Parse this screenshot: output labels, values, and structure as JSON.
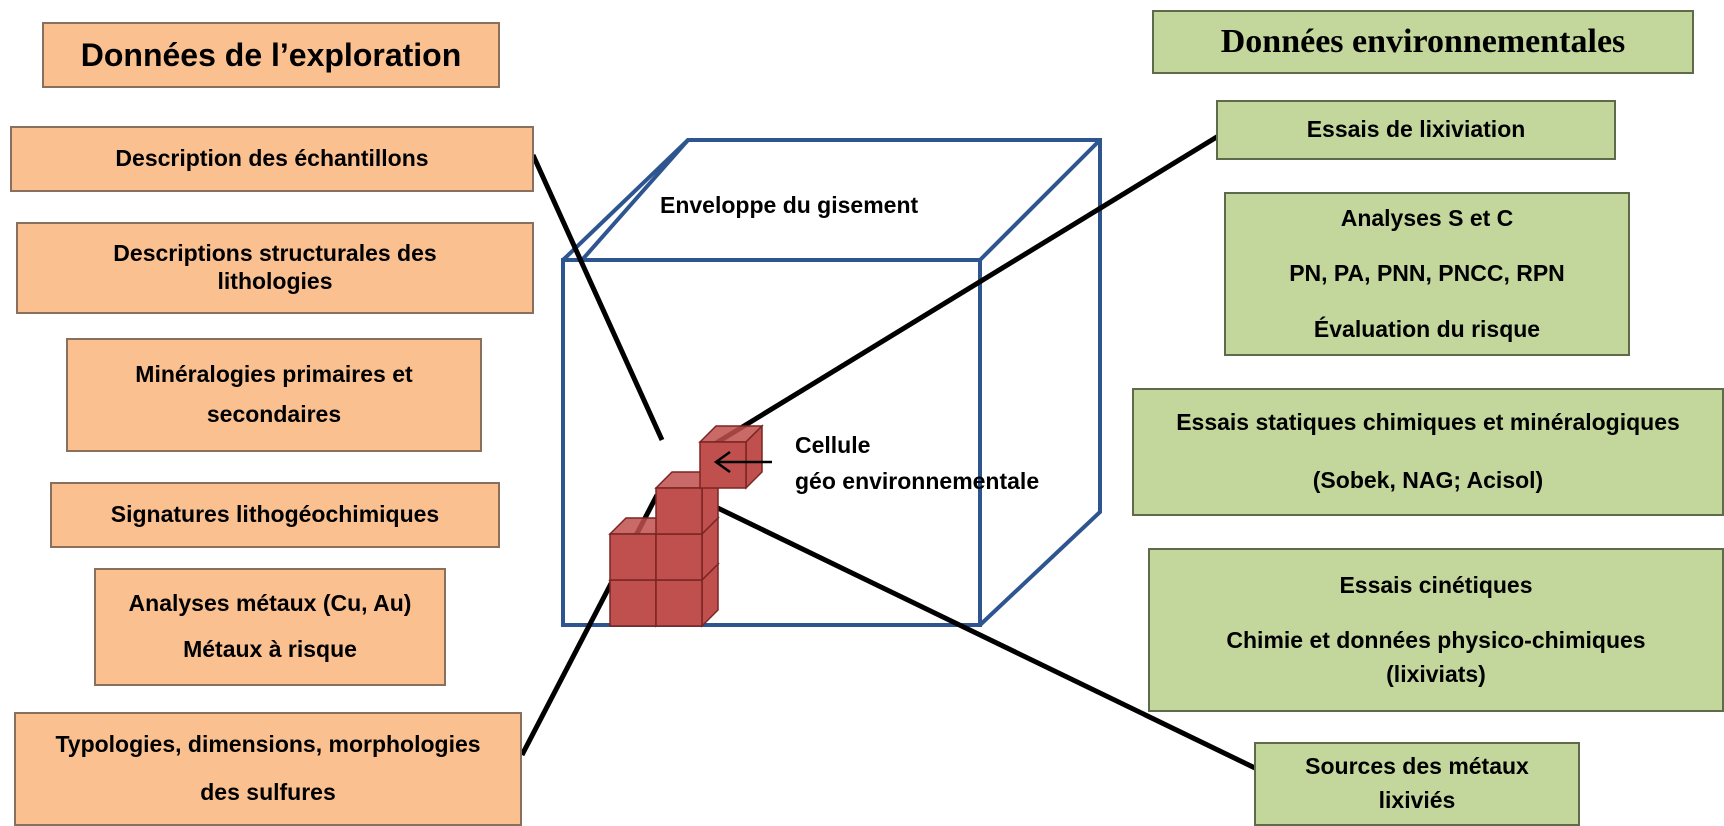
{
  "exploration": {
    "title": "Données de l’exploration",
    "items": [
      {
        "lines": [
          "Description des échantillons"
        ]
      },
      {
        "lines": [
          "Descriptions structurales des",
          "lithologies"
        ]
      },
      {
        "lines": [
          "Minéralogies primaires et",
          "secondaires"
        ]
      },
      {
        "lines": [
          "Signatures lithogéochimiques"
        ]
      },
      {
        "lines": [
          "Analyses métaux (Cu, Au)",
          "Métaux à risque"
        ]
      },
      {
        "lines": [
          "Typologies, dimensions, morphologies",
          "des sulfures"
        ]
      }
    ]
  },
  "environmental": {
    "title": "Données environnementales",
    "items": [
      {
        "lines": [
          "Essais de lixiviation"
        ]
      },
      {
        "lines": [
          "Analyses S et C",
          "PN, PA, PNN, PNCC, RPN",
          "Évaluation du risque"
        ]
      },
      {
        "lines": [
          "Essais statiques chimiques  et minéralogiques",
          "(Sobek, NAG; Acisol)"
        ]
      },
      {
        "lines": [
          "Essais cinétiques",
          "Chimie et données physico-chimiques",
          "(lixiviats)"
        ]
      },
      {
        "lines": [
          "Sources des métaux",
          "lixiviés"
        ]
      }
    ]
  },
  "cube": {
    "deposit_label": "Enveloppe du gisement",
    "cell_label_lines": [
      "Cellule",
      "géo environnementale"
    ]
  },
  "colors": {
    "exploration_fill": "#fac090",
    "environmental_fill": "#c3d69b",
    "cube_edge": "#2e5590",
    "cell_fill": "#c0504d",
    "cell_edge": "#7a2523"
  }
}
